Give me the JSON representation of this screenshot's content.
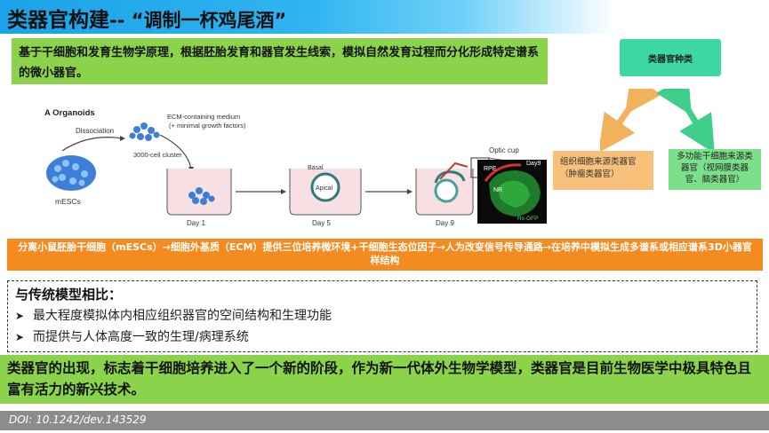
{
  "title": {
    "main": "类器官构建",
    "sub": "-- “调制一杯鸡尾酒”"
  },
  "intro": "基于干细胞和发育生物学原理，根据胚胎发育和器官发生线索，模拟自然发育过程而分化形成特定谱系的微小器官。",
  "types": {
    "root": "类器官种类",
    "tissue": "组织细胞来源类器官（肿瘤类器官）",
    "stem": "多功能干细胞来源类器官（视网膜类器官、脑类器官）",
    "colors": {
      "root": "#3ed9a2",
      "tissue": "#f7c17c",
      "stem": "#7ce08a",
      "arrow_tissue": "#f2b25c",
      "arrow_stem": "#3fcf8a"
    }
  },
  "figure": {
    "panel_label": "A Organoids",
    "dissociation": "Dissociation",
    "mescs": "mESCs",
    "ecm_line1": "ECM-containing medium",
    "ecm_line2": "(+ minimal growth factors)",
    "cluster": "3000-cell cluster",
    "day1": "Day 1",
    "day5": "Day 5",
    "day9": "Day 9",
    "basal": "Basal",
    "apical": "Apical",
    "optic_cup": "Optic cup",
    "rpe": "RPE",
    "nr": "NR",
    "gfp": "Rx-GFP",
    "day9_image": "Day9"
  },
  "process": "分离小鼠胚胎干细胞（mESCs）→细胞外基质（ECM）提供三位培养微环境+干细胞生态位因子→人为改变信号传导通路→在培养中模拟生成多谱系或相应谱系3D小器官样结构",
  "comparison": {
    "title": "与传统模型相比：",
    "items": [
      "最大程度模拟体内相应组织器官的空间结构和生理功能",
      "而提供与人体高度一致的生理/病理系统"
    ]
  },
  "summary": "类器官的出现，标志着干细胞培养进入了一个新的阶段，作为新一代体外生物学模型，类器官是目前生物医学中极具特色且富有活力的新兴技术。",
  "doi": "DOI: 10.1242/dev.143529"
}
